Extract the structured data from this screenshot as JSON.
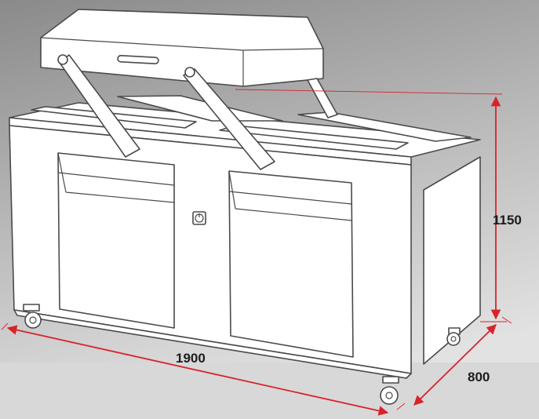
{
  "dimensions": {
    "width": "1900",
    "depth": "800",
    "height": "1150"
  },
  "colors": {
    "dimension_line": "#d8232a",
    "outline": "#4a4a4a",
    "machine_fill": "#ffffff",
    "background_top": "#8f8f8f",
    "background_bottom": "#dcdcdc",
    "floor": "#d8d8d8"
  },
  "icons": {
    "control_knob": "power-knob-icon"
  }
}
